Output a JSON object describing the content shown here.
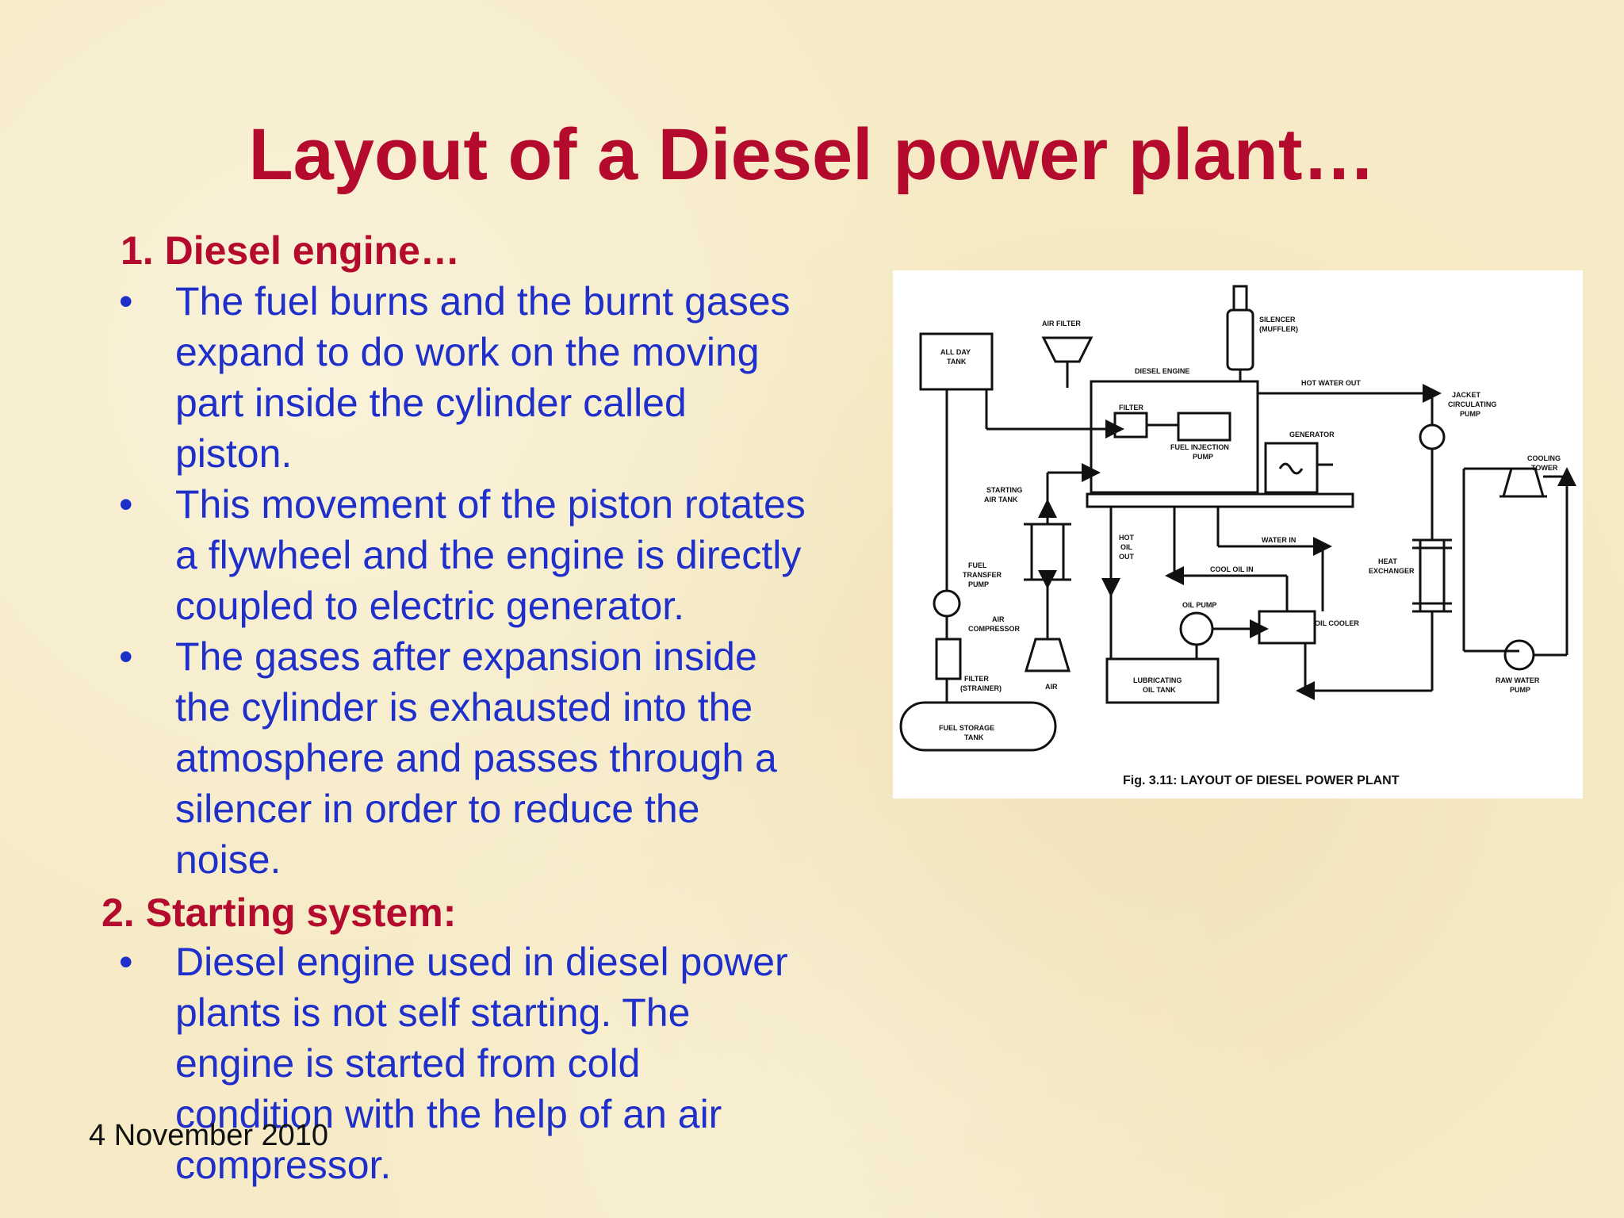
{
  "slide": {
    "title": "Layout of a Diesel power plant…",
    "date": "4 November 2010"
  },
  "sections": [
    {
      "heading": "1. Diesel engine…",
      "bullets": [
        {
          "symbol": "•",
          "lines": [
            "The fuel burns and the burnt gases",
            "expand to do work on the moving",
            "part inside the cylinder called",
            "piston."
          ]
        },
        {
          "symbol": "•",
          "lines": [
            "This movement of the piston rotates",
            "a flywheel and the engine is directly",
            "coupled to electric generator."
          ]
        },
        {
          "symbol": "•",
          "lines": [
            "The gases after expansion inside",
            "the cylinder is exhausted into the",
            "atmosphere and passes through a",
            "silencer in order to reduce the",
            "noise."
          ]
        }
      ]
    },
    {
      "heading": "2. Starting system:",
      "bullets": [
        {
          "symbol": "•",
          "lines": [
            "Diesel engine used in diesel power",
            "plants is not self starting. The",
            "engine is started from cold",
            "condition with the help of an air",
            "compressor."
          ]
        }
      ]
    }
  ],
  "diagram": {
    "caption": "Fig. 3.11: LAYOUT OF DIESEL POWER PLANT",
    "labels": {
      "all_day_tank": [
        "ALL DAY",
        "TANK"
      ],
      "air_filter": "AIR FILTER",
      "silencer": [
        "SILENCER",
        "(MUFFLER)"
      ],
      "diesel_engine": "DIESEL ENGINE",
      "hot_water_out": "HOT WATER OUT",
      "jacket_pump": [
        "JACKET",
        "CIRCULATING",
        "PUMP"
      ],
      "filter": "FILTER",
      "fuel_injection_pump": [
        "FUEL INJECTION",
        "PUMP"
      ],
      "generator": "GENERATOR",
      "cooling_tower": [
        "COOLING",
        "TOWER"
      ],
      "starting_air_tank": [
        "STARTING",
        "AIR TANK"
      ],
      "hot_oil_out": [
        "HOT",
        "OIL",
        "OUT"
      ],
      "water_in": "WATER IN",
      "cool_oil_in": "COOL OIL IN",
      "heat_exchanger": [
        "HEAT",
        "EXCHANGER"
      ],
      "fuel_transfer_pump": [
        "FUEL",
        "TRANSFER",
        "PUMP"
      ],
      "oil_pump": "OIL PUMP",
      "air_compressor": [
        "AIR",
        "COMPRESSOR"
      ],
      "oil_cooler": "OIL COOLER",
      "filter_strainer": [
        "FILTER",
        "(STRAINER)"
      ],
      "air": "AIR",
      "lubricating_oil_tank": [
        "LUBRICATING",
        "OIL TANK"
      ],
      "raw_water_pump": [
        "RAW WATER",
        "PUMP"
      ],
      "fuel_storage_tank": [
        "FUEL STORAGE",
        "TANK"
      ]
    }
  }
}
